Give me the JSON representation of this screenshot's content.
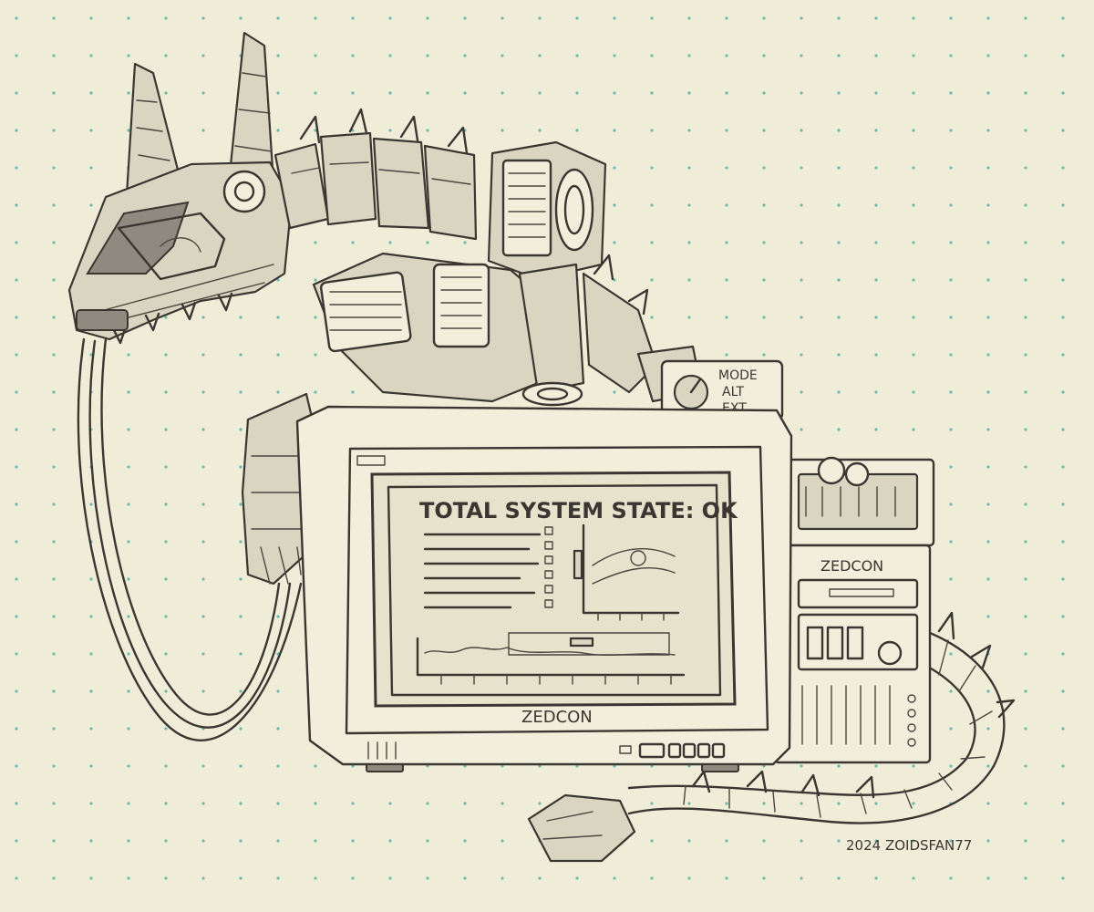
{
  "screen_title": "TOTAL SYSTEM STATE: OK",
  "monitor_brand": "ZEDCON",
  "tower_brand": "ZEDCON",
  "dial_labels": [
    "MODE",
    "ALT",
    "EXT"
  ],
  "signature": "2024 ZOIDSFAN77",
  "colors": {
    "paper": "#efedd8",
    "dots": "#6fb9ae",
    "ink": "#3a3632"
  }
}
